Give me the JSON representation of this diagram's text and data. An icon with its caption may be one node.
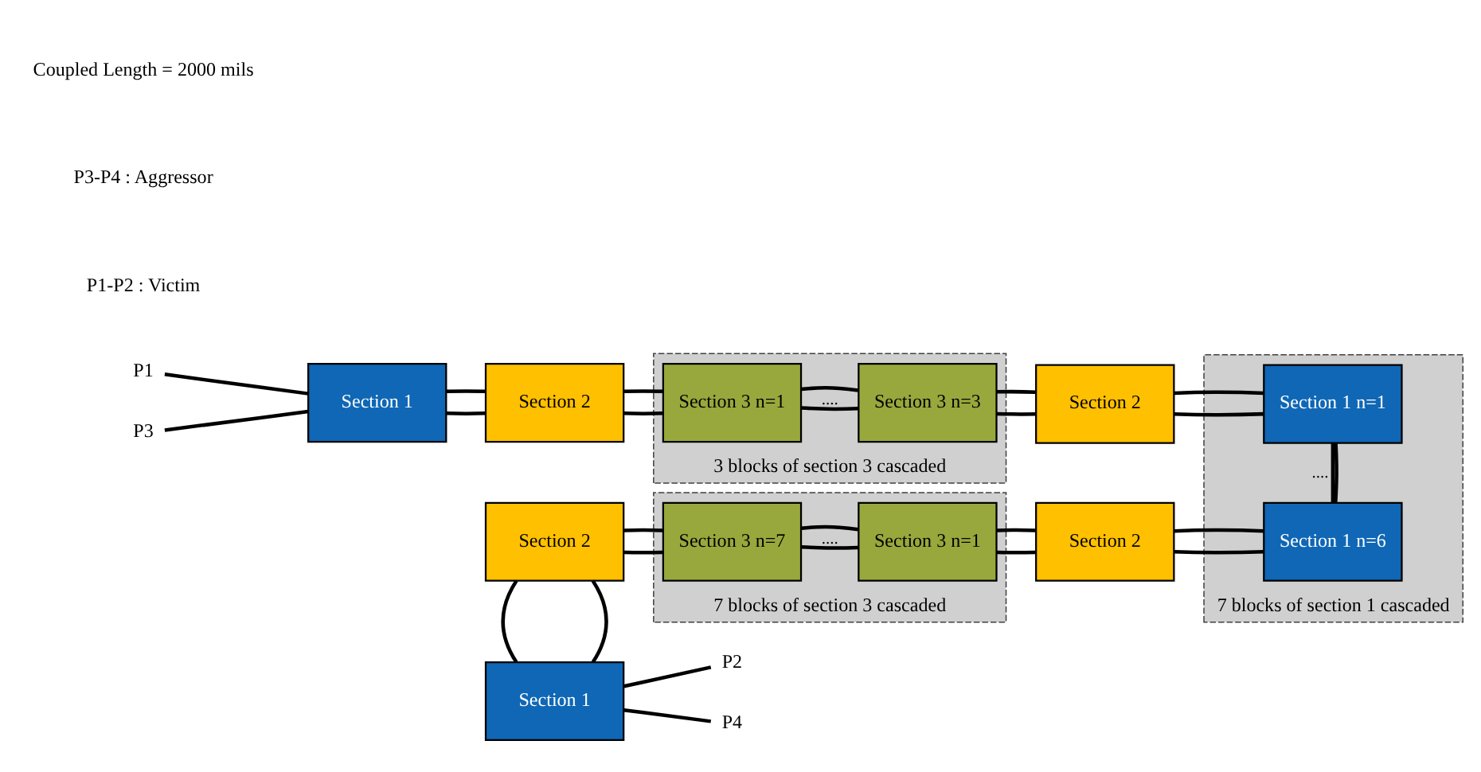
{
  "diagram": {
    "nodes": [
      {
        "text": [
          "P1"
        ]
      },
      {
        "text": [
          "P3"
        ]
      },
      {
        "text": [
          "Section 1"
        ]
      },
      {
        "text": [
          "Section 2"
        ]
      },
      {
        "text": [
          "3 blocks of section 3 cascaded"
        ]
      },
      {
        "text": [
          "Section 3 n=1"
        ],
        "in": 4
      },
      {
        "text": [
          "Section 3 n=3"
        ],
        "in": 4
      },
      {
        "text": [
          "Section 2"
        ]
      },
      {
        "text": [
          "7 blocks of section 1 cascaded"
        ]
      },
      {
        "text": [
          "Section 1 n=1"
        ],
        "in": 8
      },
      {
        "text": [
          "Section 1 n=6"
        ],
        "in": 8
      },
      {
        "text": [
          "Section 2"
        ]
      },
      {
        "text": [
          "7 blocks of section 3 cascaded"
        ]
      },
      {
        "text": [
          "Section 3 n=1"
        ],
        "in": 12
      },
      {
        "text": [
          "Section 3 n=7"
        ],
        "in": 12
      },
      {
        "text": [
          "Section 2"
        ]
      },
      {
        "text": [
          "Section 1"
        ]
      },
      {
        "text": [
          "P2"
        ]
      },
      {
        "text": [
          "P4"
        ]
      }
    ],
    "edges": [
      {
        "from": 0,
        "to": 2,
        "arrow": "none"
      },
      {
        "from": 1,
        "to": 2,
        "arrow": "none"
      },
      {
        "from": 2,
        "to": 3,
        "arrow": "none"
      },
      {
        "from": 2,
        "to": 3,
        "arrow": "none"
      },
      {
        "from": 3,
        "to": 5,
        "arrow": "none"
      },
      {
        "from": 3,
        "to": 5,
        "arrow": "none"
      },
      {
        "from": 5,
        "to": 6,
        "arrow": "none",
        "label": "...."
      },
      {
        "from": 5,
        "to": 6,
        "arrow": "none"
      },
      {
        "from": 6,
        "to": 7,
        "arrow": "none"
      },
      {
        "from": 6,
        "to": 7,
        "arrow": "none"
      },
      {
        "from": 7,
        "to": 9,
        "arrow": "none"
      },
      {
        "from": 7,
        "to": 9,
        "arrow": "none"
      },
      {
        "from": 9,
        "to": 10,
        "arrow": "none",
        "label": "...."
      },
      {
        "from": 9,
        "to": 10,
        "arrow": "none"
      },
      {
        "from": 10,
        "to": 11,
        "arrow": "none"
      },
      {
        "from": 10,
        "to": 11,
        "arrow": "none"
      },
      {
        "from": 11,
        "to": 13,
        "arrow": "none"
      },
      {
        "from": 11,
        "to": 13,
        "arrow": "none"
      },
      {
        "from": 13,
        "to": 14,
        "arrow": "none",
        "label": "...."
      },
      {
        "from": 13,
        "to": 14,
        "arrow": "none"
      },
      {
        "from": 14,
        "to": 15,
        "arrow": "none"
      },
      {
        "from": 14,
        "to": 15,
        "arrow": "none"
      },
      {
        "from": 15,
        "to": 16,
        "arrow": "none"
      },
      {
        "from": 15,
        "to": 16,
        "arrow": "none"
      },
      {
        "from": 16,
        "to": 17,
        "arrow": "none"
      },
      {
        "from": 16,
        "to": 18,
        "arrow": "none"
      }
    ],
    "labels": [
      "P1-P2 : Victim",
      "P3-P4 : Aggressor",
      "Coupled Length = 2000 mils"
    ]
  }
}
